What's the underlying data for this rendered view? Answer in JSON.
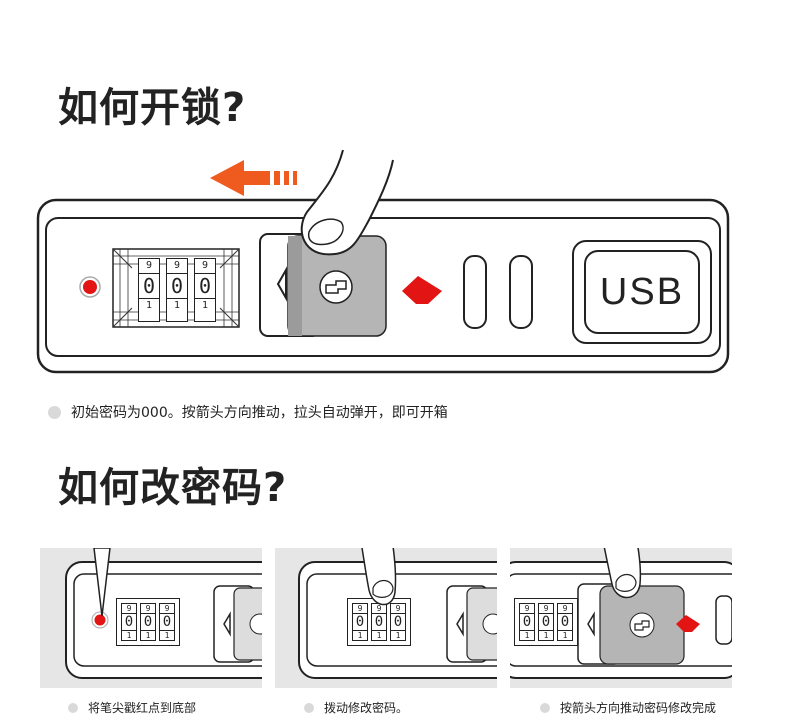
{
  "unlock": {
    "heading": "如何开锁?",
    "dials": [
      "0",
      "0",
      "0"
    ],
    "dial_above": [
      "9",
      "9",
      "9"
    ],
    "dial_below": [
      "1",
      "1",
      "1"
    ],
    "usb_label": "USB",
    "caption": "初始密码为000。按箭头方向推动，拉头自动弹开，即可开箱"
  },
  "change_code": {
    "heading": "如何改密码?",
    "steps": [
      {
        "caption": "将笔尖戳红点到底部",
        "dials": [
          "0",
          "0",
          "0"
        ],
        "above": [
          "9",
          "9",
          "9"
        ],
        "below": [
          "1",
          "1",
          "1"
        ]
      },
      {
        "caption": "拨动修改密码。",
        "dials": [
          "0",
          "0",
          "0"
        ],
        "above": [
          "9",
          "9",
          "9"
        ],
        "below": [
          "1",
          "1",
          "1"
        ]
      },
      {
        "caption": "按箭头方向推动密码修改完成",
        "dials": [
          "0",
          "0",
          "0"
        ],
        "above": [
          "9",
          "9",
          "9"
        ],
        "below": [
          "1",
          "1",
          "1"
        ]
      }
    ]
  },
  "colors": {
    "accent_orange": "#ef5a1f",
    "red_button": "#e31414",
    "slider_gray": "#b5b5b5"
  }
}
